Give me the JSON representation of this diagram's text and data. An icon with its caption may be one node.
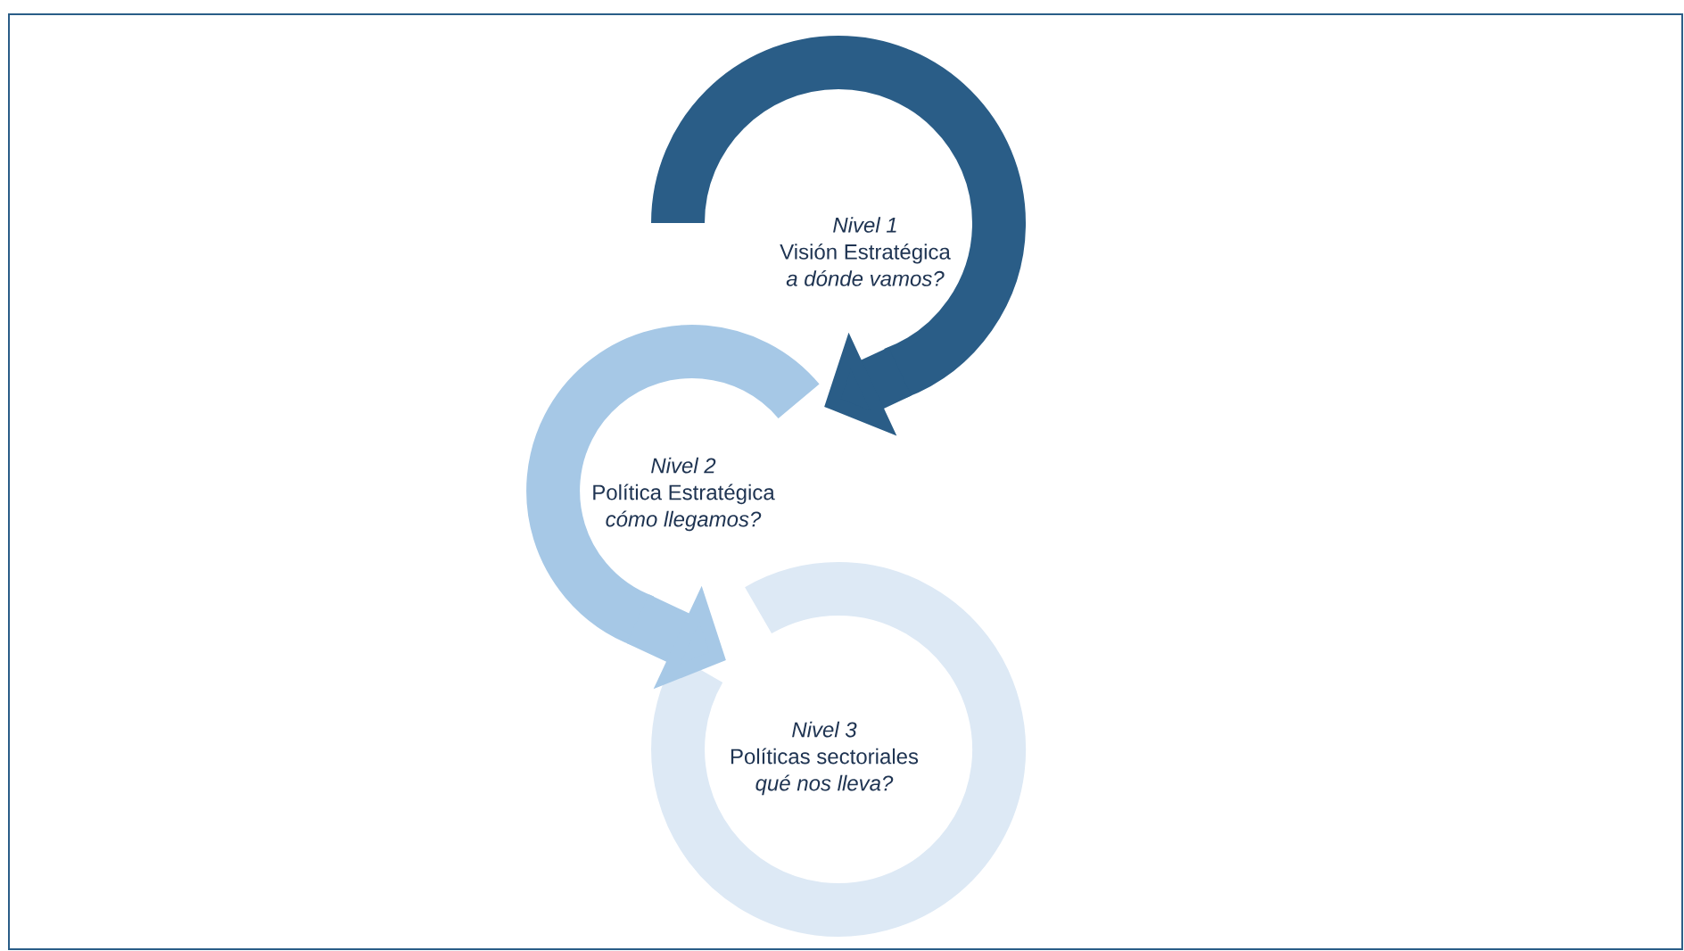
{
  "diagram": {
    "nodes": [
      {
        "text": [
          "Nivel 1",
          "Visión Estratégica",
          "a dónde vamos?"
        ]
      },
      {
        "text": [
          "Nivel 2",
          "Política Estratégica",
          "cómo llegamos?"
        ]
      },
      {
        "text": [
          "Nivel 3",
          "Políticas sectoriales",
          "qué nos lleva?"
        ]
      }
    ],
    "edges": [
      {
        "from": 0,
        "to": 1,
        "arrow": "to",
        "color": "#2a5d87"
      },
      {
        "from": 1,
        "to": 2,
        "arrow": "to",
        "color": "#a6c8e6"
      }
    ]
  }
}
